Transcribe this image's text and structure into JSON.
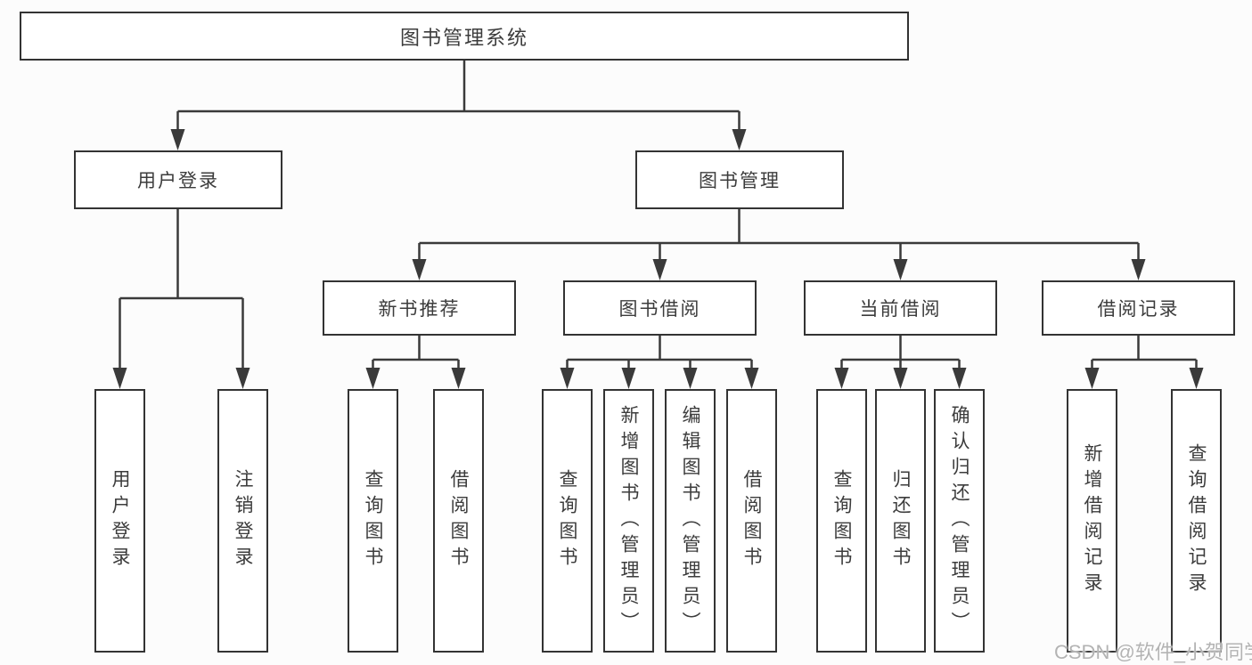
{
  "diagram": {
    "title": "图书管理系统",
    "level2": [
      {
        "label": "用户登录"
      },
      {
        "label": "图书管理"
      }
    ],
    "level3": [
      {
        "label": "新书推荐"
      },
      {
        "label": "图书借阅"
      },
      {
        "label": "当前借阅"
      },
      {
        "label": "借阅记录"
      }
    ],
    "leaves": [
      {
        "label": "用户登录",
        "parent": "用户登录"
      },
      {
        "label": "注销登录",
        "parent": "用户登录"
      },
      {
        "label": "查询图书",
        "parent": "新书推荐"
      },
      {
        "label": "借阅图书",
        "parent": "新书推荐"
      },
      {
        "label": "查询图书",
        "parent": "图书借阅"
      },
      {
        "label": "新增图书（管理员）",
        "parent": "图书借阅"
      },
      {
        "label": "编辑图书（管理员）",
        "parent": "图书借阅"
      },
      {
        "label": "借阅图书",
        "parent": "图书借阅"
      },
      {
        "label": "查询图书",
        "parent": "当前借阅"
      },
      {
        "label": "归还图书",
        "parent": "当前借阅"
      },
      {
        "label": "确认归还（管理员）",
        "parent": "当前借阅"
      },
      {
        "label": "新增借阅记录",
        "parent": "借阅记录"
      },
      {
        "label": "查询借阅记录",
        "parent": "借阅记录"
      }
    ],
    "watermark": "CSDN @软件_小贺同学",
    "colors": {
      "line": "#3a3a3a",
      "box_border": "#333333",
      "text": "#3c3c3c",
      "watermark": "#b3b3b3",
      "background": "#fcfcfc"
    }
  }
}
